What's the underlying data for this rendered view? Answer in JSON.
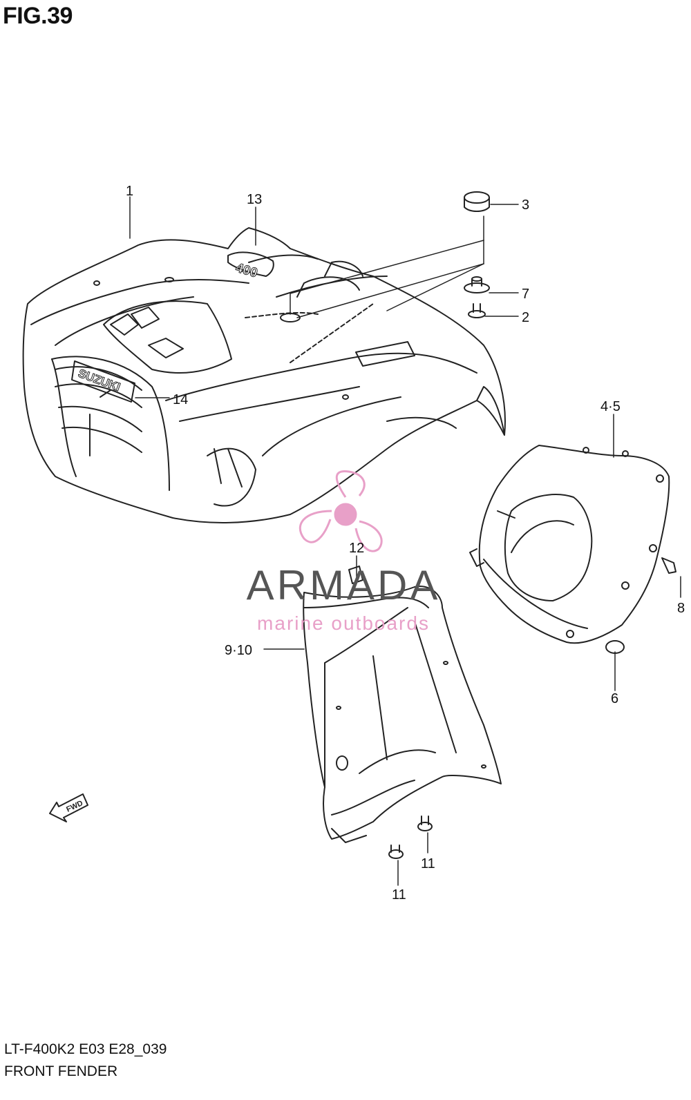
{
  "figure": {
    "title": "FIG.39"
  },
  "callouts": {
    "c1": "1",
    "c13": "13",
    "c3": "3",
    "c7": "7",
    "c2": "2",
    "c14": "14",
    "c45": "4·5",
    "c12": "12",
    "c910": "9·10",
    "c8": "8",
    "c6": "6",
    "c11a": "11",
    "c11b": "11"
  },
  "emblems": {
    "brand": "SUZUKI",
    "model": "400",
    "fwd": "FWD"
  },
  "watermark": {
    "brand": "ARMADA",
    "tagline": "marine outboards",
    "accent_color": "#e8a0c8",
    "text_color": "#555555"
  },
  "footer": {
    "code": "LT-F400K2 E03 E28_039",
    "caption": "FRONT FENDER"
  }
}
